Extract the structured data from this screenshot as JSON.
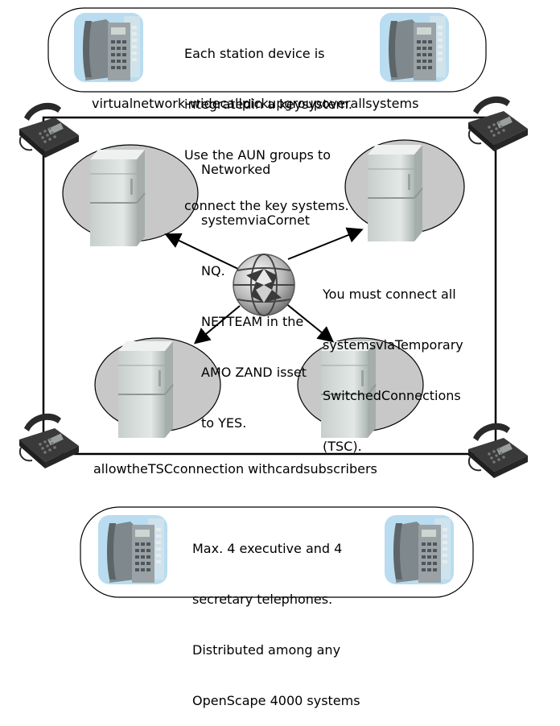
{
  "top_box": {
    "lines": [
      "Each station device is",
      "integratedin a keysystem.",
      "Use the AUN groups to",
      "connect the key systems."
    ]
  },
  "labels": {
    "network_wide": "virtualnetwork-widecallpickupgroupoverallsystems",
    "networked_lines": [
      "Networked",
      "systemviaCornet",
      "NQ.",
      "NETTEAM in the",
      "AMO ZAND isset",
      "to YES."
    ],
    "tsc_lines": [
      "You must connect all",
      "systemsviaTemporary",
      "SwitchedConnections",
      "(TSC)."
    ],
    "allow_tsc": "allowtheTSCconnection withcardsubscribers"
  },
  "bottom_box": {
    "lines": [
      "Max. 4 executive and 4",
      "secretary telephones.",
      "Distributed among any",
      "OpenScape 4000 systems"
    ]
  },
  "colors": {
    "oval_fill": "#c8c8c8",
    "cabinet_light": "#dfe4e2",
    "cabinet_dark": "#b9c2bf",
    "phone_bg": "#b9dcf0",
    "phone_body": "#8a9296",
    "desk_phone": "#2e2e2e"
  },
  "icons": {
    "globe": "network-globe-icon",
    "system": "server-cabinet-icon",
    "desk_phone": "desk-phone-icon",
    "station_phone": "station-phone-icon"
  }
}
